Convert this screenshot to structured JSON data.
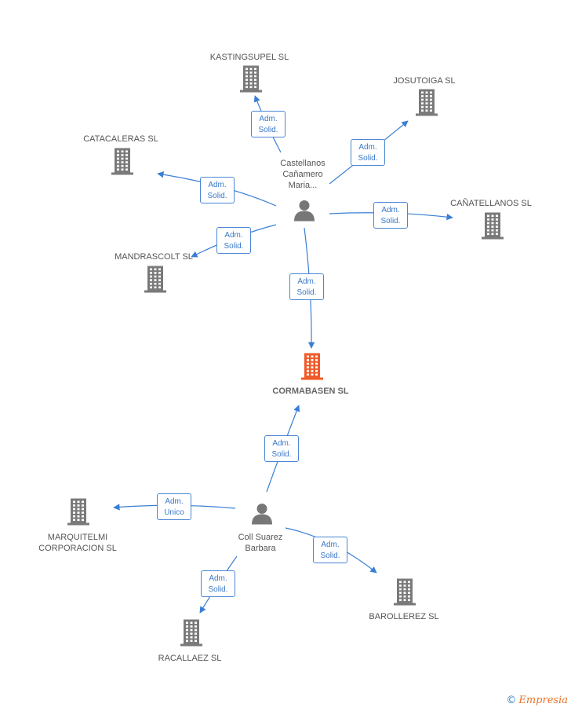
{
  "colors": {
    "edge": "#3a7fd5",
    "company": "#7a7a7a",
    "focus": "#f05a28",
    "person": "#777777"
  },
  "focus_company": {
    "name": "CORMABASEN SL"
  },
  "people": [
    {
      "id": "p1",
      "name": "Castellanos Cañamero Maria..."
    },
    {
      "id": "p2",
      "name": "Coll Suarez Barbara"
    }
  ],
  "companies": [
    {
      "id": "c1",
      "name": "KASTINGSUPEL SL"
    },
    {
      "id": "c2",
      "name": "JOSUTOIGA SL"
    },
    {
      "id": "c3",
      "name": "CATACALERAS SL"
    },
    {
      "id": "c4",
      "name": "CAÑATELLANOS SL"
    },
    {
      "id": "c5",
      "name": "MANDRASCOLT SL"
    },
    {
      "id": "c6",
      "name": "MARQUITELMI CORPORACION SL"
    },
    {
      "id": "c7",
      "name": "BAROLLEREZ SL"
    },
    {
      "id": "c8",
      "name": "RACALLAEZ SL"
    }
  ],
  "relations": [
    {
      "from": "p1",
      "to": "c1",
      "label": "Adm. Solid."
    },
    {
      "from": "p1",
      "to": "c2",
      "label": "Adm. Solid."
    },
    {
      "from": "p1",
      "to": "c3",
      "label": "Adm. Solid."
    },
    {
      "from": "p1",
      "to": "c4",
      "label": "Adm. Solid."
    },
    {
      "from": "p1",
      "to": "c5",
      "label": "Adm. Solid."
    },
    {
      "from": "p1",
      "to": "focus",
      "label": "Adm. Solid."
    },
    {
      "from": "p2",
      "to": "focus",
      "label": "Adm. Solid."
    },
    {
      "from": "p2",
      "to": "c6",
      "label": "Adm. Unico"
    },
    {
      "from": "p2",
      "to": "c7",
      "label": "Adm. Solid."
    },
    {
      "from": "p2",
      "to": "c8",
      "label": "Adm. Solid."
    }
  ],
  "brand": {
    "copyright": "©",
    "name": "Empresia"
  }
}
